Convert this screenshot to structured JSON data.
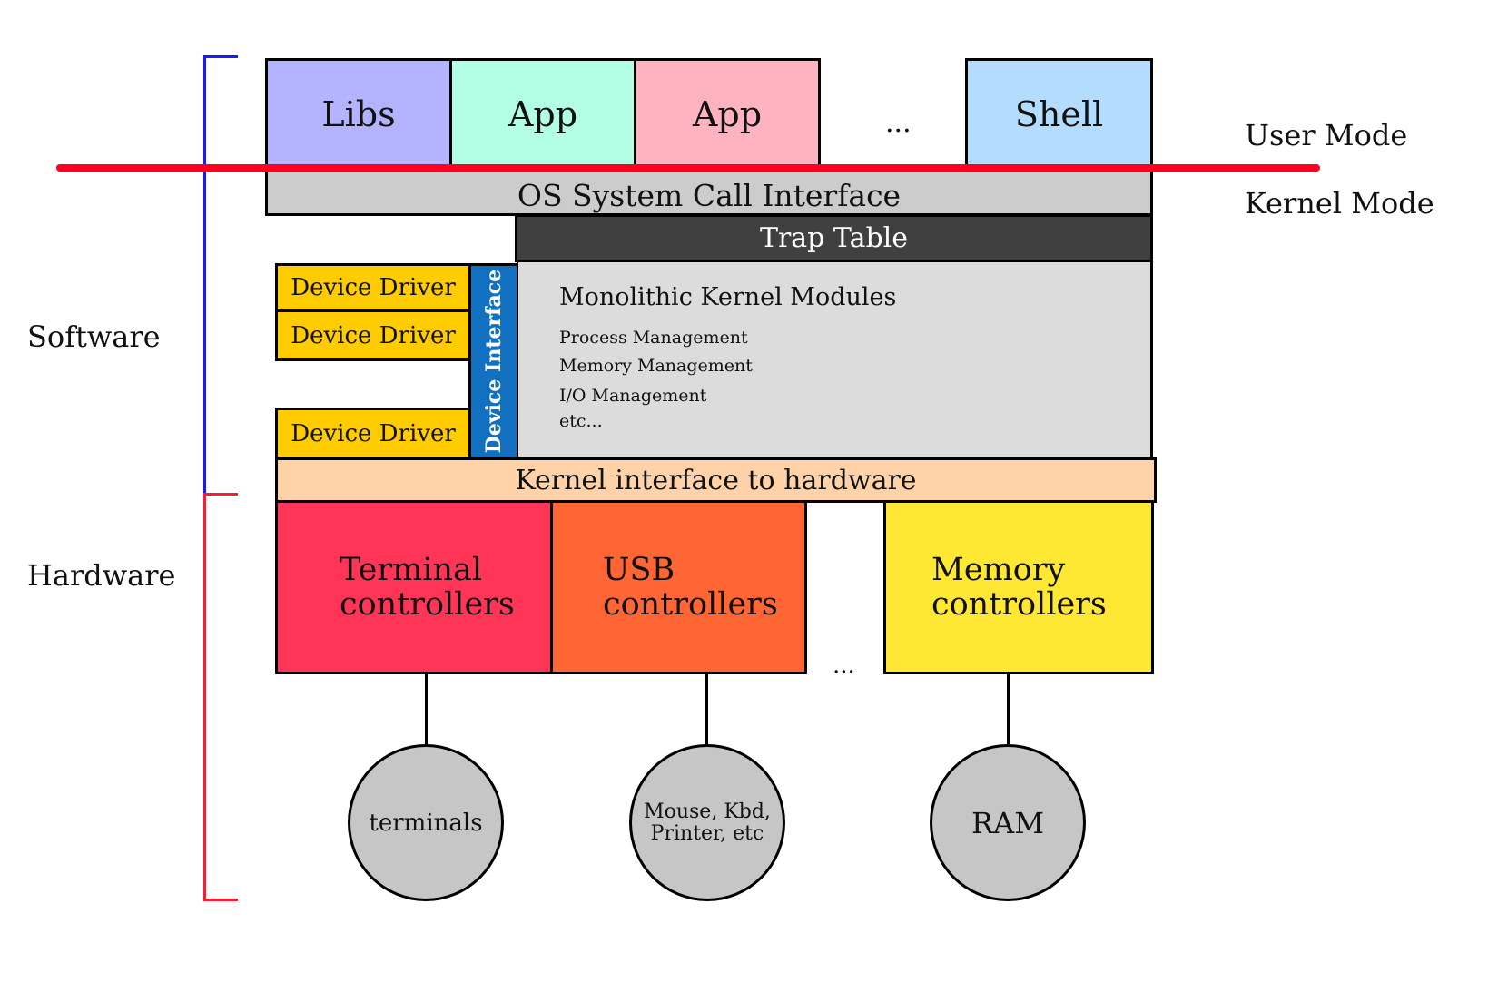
{
  "colors": {
    "libs": "#b3b3ff",
    "app1": "#b3ffe6",
    "app2": "#ffb3c0",
    "shell": "#b3dcff",
    "syscall": "#cccccc",
    "trap": "#404040",
    "modules": "#dcdcdc",
    "driver": "#ffcc00",
    "device_interface": "#1170c0",
    "kernel_hw": "#ffd2a8",
    "terminal_ctrl": "#ff3558",
    "usb_ctrl": "#ff6633",
    "memory_ctrl": "#ffe833",
    "device_circle": "#c6c6c6",
    "mode_line": "#ff0020",
    "software_bracket": "#1a1aff",
    "hardware_bracket": "#ff1a33"
  },
  "user_space": {
    "libs": "Libs",
    "app1": "App",
    "app2": "App",
    "ellipsis": "...",
    "shell": "Shell"
  },
  "modes": {
    "user": "User Mode",
    "kernel": "Kernel Mode"
  },
  "side_labels": {
    "software": "Software",
    "hardware": "Hardware"
  },
  "kernel": {
    "syscall_interface": "OS System Call Interface",
    "trap_table": "Trap Table",
    "device_interface": "Device Interface",
    "drivers": [
      "Device Driver",
      "Device Driver",
      "Device Driver"
    ],
    "modules_title": "Monolithic Kernel Modules",
    "modules": [
      "Process Management",
      "Memory Management",
      "I/O Management",
      "etc..."
    ],
    "hardware_interface": "Kernel interface to hardware"
  },
  "hardware": {
    "controllers": [
      {
        "line1": "Terminal",
        "line2": "controllers"
      },
      {
        "line1": "USB",
        "line2": "controllers"
      },
      {
        "line1": "Memory",
        "line2": "controllers"
      }
    ],
    "ellipsis": "...",
    "devices": [
      {
        "line1": "terminals",
        "line2": ""
      },
      {
        "line1": "Mouse, Kbd,",
        "line2": "Printer, etc"
      },
      {
        "line1": "RAM",
        "line2": ""
      }
    ]
  }
}
